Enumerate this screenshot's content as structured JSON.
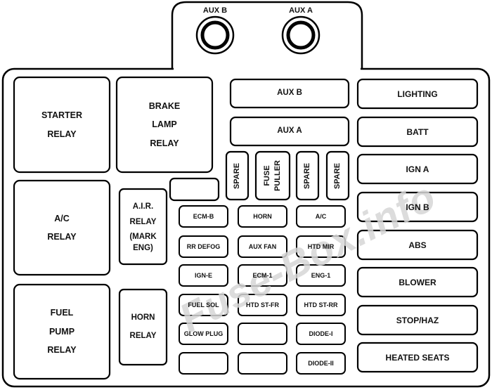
{
  "diagram": {
    "aux_b_top": "AUX B",
    "aux_a_top": "AUX A",
    "relays": {
      "starter": [
        "STARTER",
        "RELAY"
      ],
      "brake_lamp": [
        "BRAKE",
        "LAMP",
        "RELAY"
      ],
      "ac": [
        "A/C",
        "RELAY"
      ],
      "air": [
        "A.I.R.",
        "RELAY",
        "(MARK",
        "ENG)"
      ],
      "fuel_pump": [
        "FUEL",
        "PUMP",
        "RELAY"
      ],
      "horn": [
        "HORN",
        "RELAY"
      ]
    },
    "maxi_fuses": {
      "aux_b": "AUX B",
      "aux_a": "AUX A"
    },
    "vertical": {
      "spare1": "SPARE",
      "fuse_puller": [
        "FUSE",
        "PULLER"
      ],
      "spare2": "SPARE",
      "spare3": "SPARE"
    },
    "mini_fuses": [
      [
        "ECM-B",
        "HORN",
        "A/C"
      ],
      [
        "RR DEFOG",
        "AUX FAN",
        "HTD MIR"
      ],
      [
        "IGN-E",
        "ECM-1",
        "ENG-1"
      ],
      [
        "FUEL SOL",
        "HTD ST-FR",
        "HTD ST-RR"
      ],
      [
        "GLOW PLUG",
        "",
        "DIODE-I"
      ],
      [
        "",
        "",
        "DIODE-II"
      ]
    ],
    "right_column": [
      "LIGHTING",
      "BATT",
      "IGN A",
      "IGN B",
      "ABS",
      "BLOWER",
      "STOP/HAZ",
      "HEATED SEATS"
    ],
    "watermark": "Fuse-Box.info"
  }
}
